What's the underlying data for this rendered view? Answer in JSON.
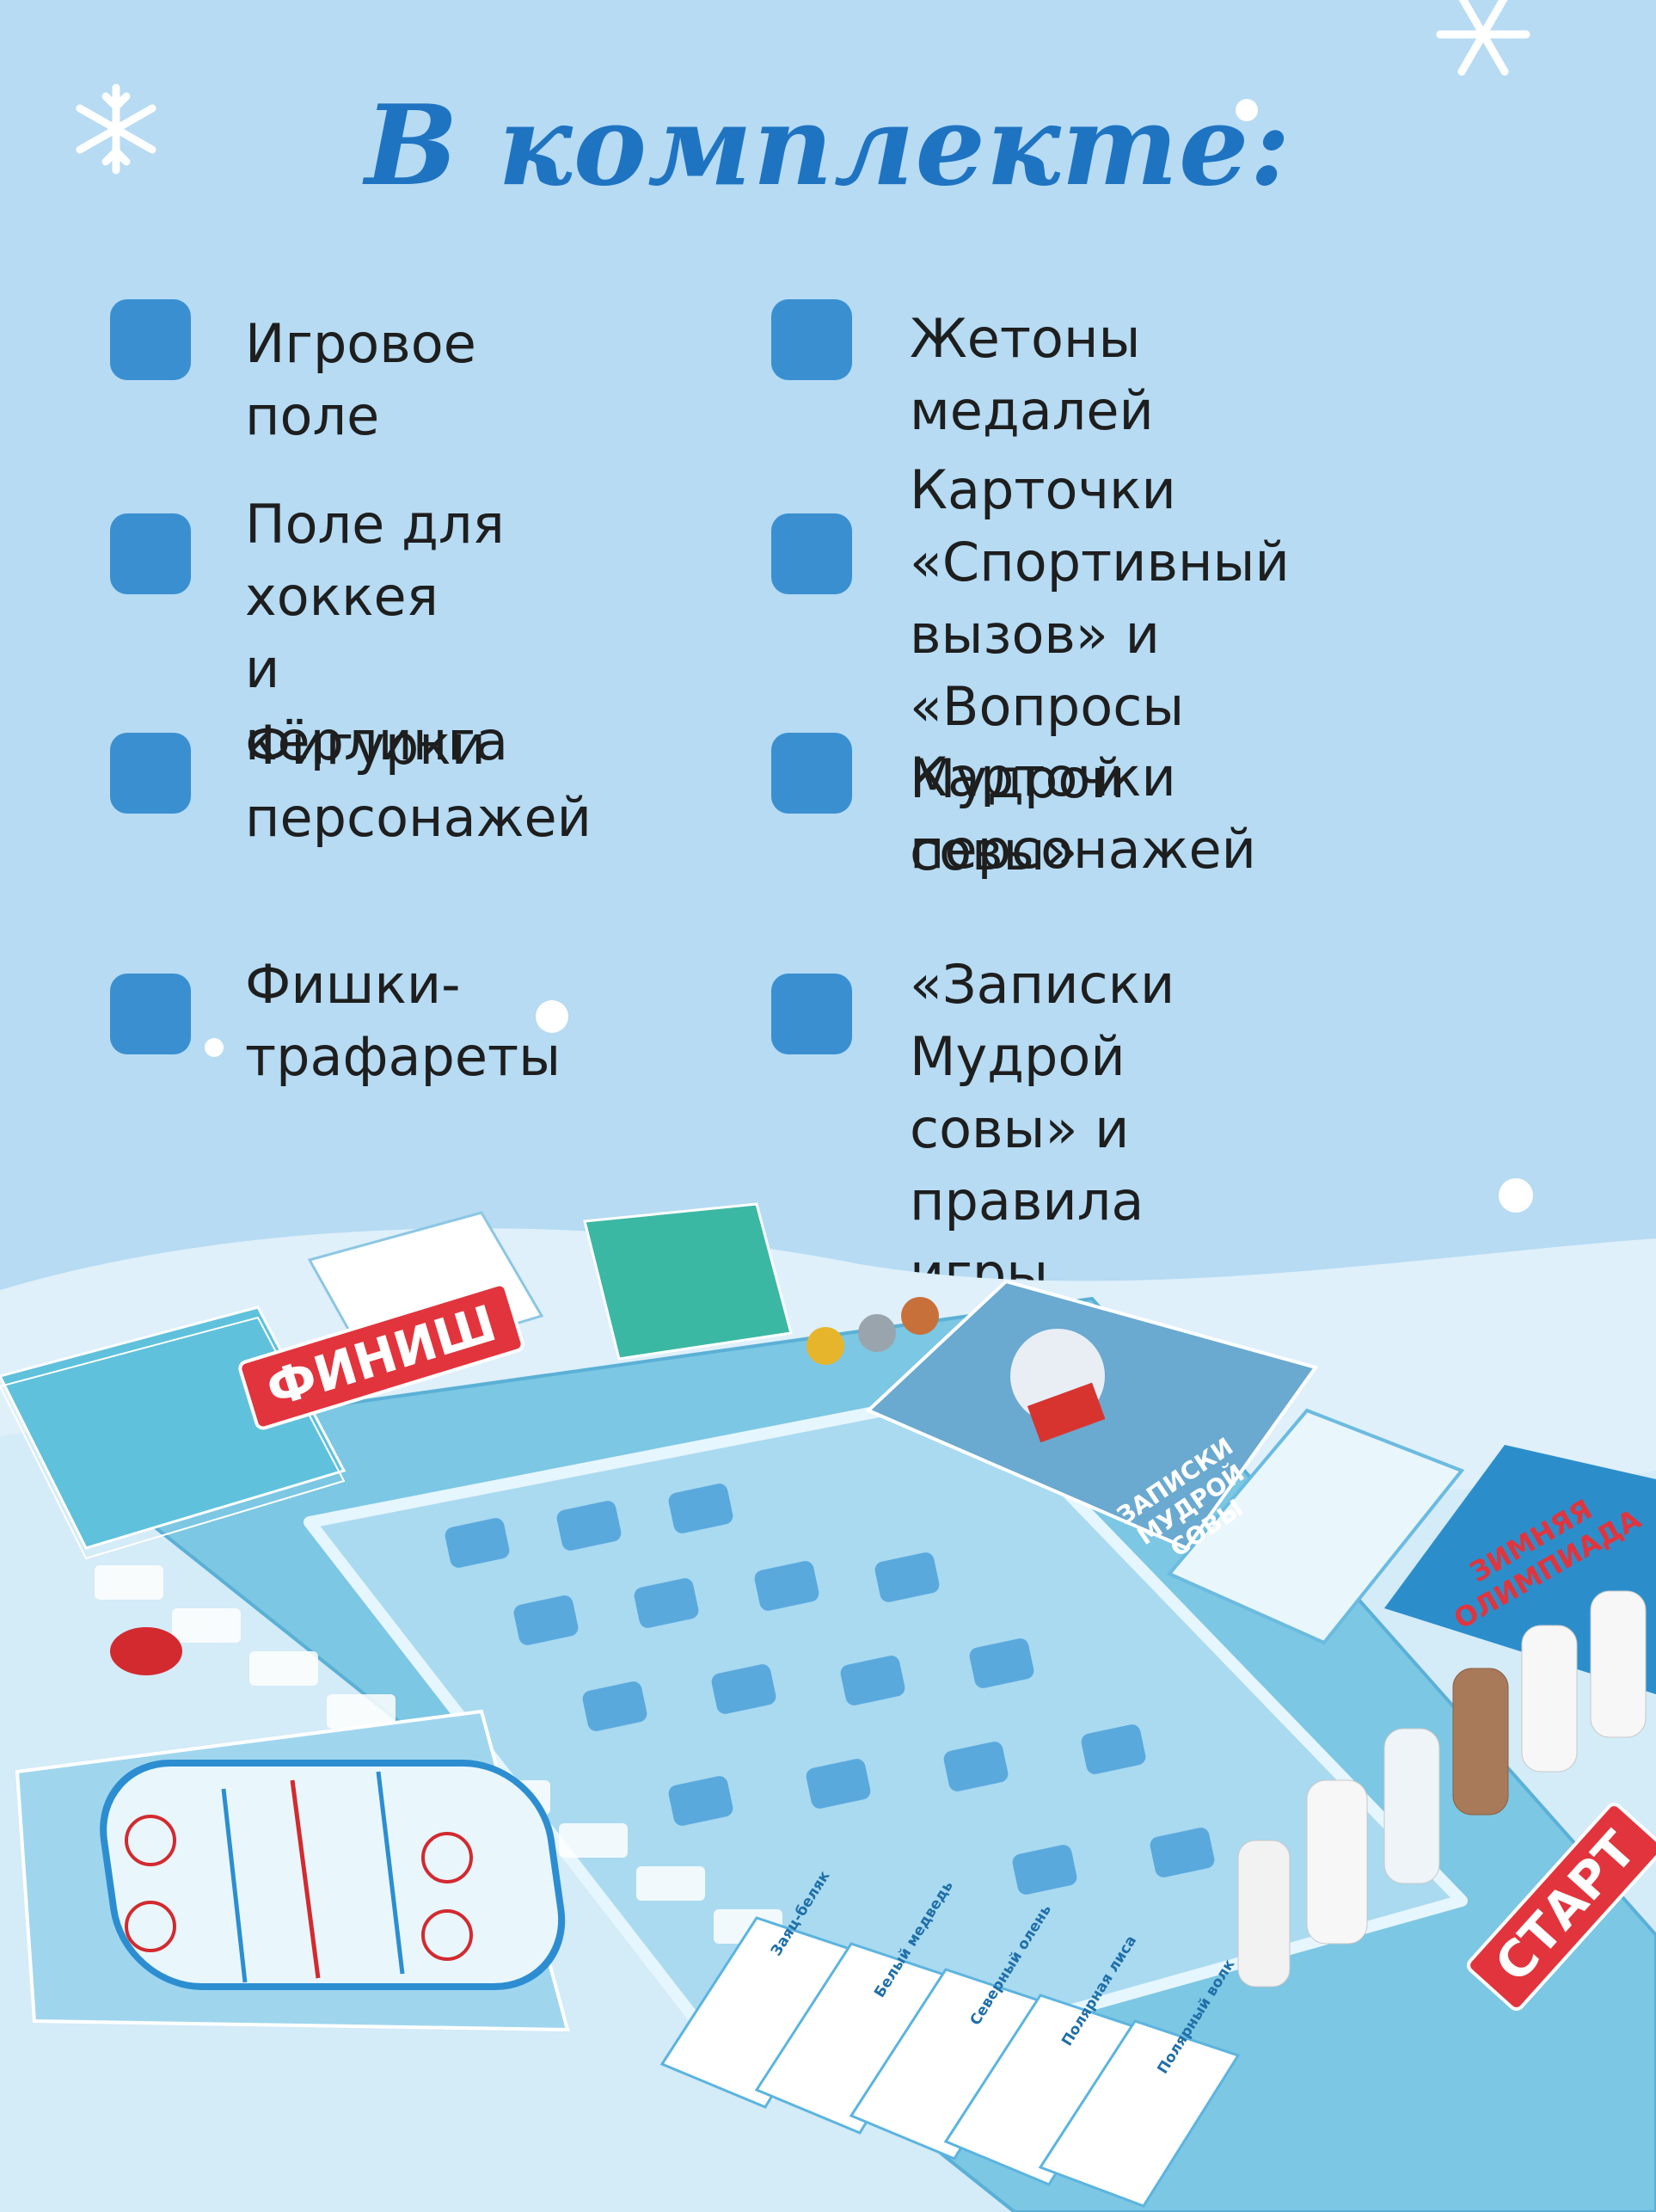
{
  "title": "В комплекте:",
  "items_left": [
    {
      "text": "Игровое поле"
    },
    {
      "text": "Поле для хоккея\nи кёрлинга"
    },
    {
      "text": "Фигурки\nперсонажей"
    },
    {
      "text": "Фишки-\nтрафареты"
    }
  ],
  "items_right": [
    {
      "text": "Жетоны медалей"
    },
    {
      "text": "Карточки «Спортивный\nвызов» и «Вопросы\nМудрой совы»"
    },
    {
      "text": "Карточки персонажей"
    },
    {
      "text": "«Записки Мудрой\nсовы» и правила игры"
    }
  ],
  "board": {
    "finish_label": "ФИНИШ",
    "start_label": "СТАРТ",
    "box_label": "ЗИМНЯЯ ОЛИМПИАДА",
    "book_title": "ЗАПИСКИ МУДРОЙ СОВЫ",
    "card_names": [
      "Заяц-беляк",
      "Белый медведь",
      "Северный олень",
      "Полярная лиса",
      "Полярный волк"
    ]
  },
  "colors": {
    "background": "#b6dbf3",
    "title": "#1f74c2",
    "checkbox": "#3a8fd0",
    "board": "#7cc7e3",
    "label_red": "#e2343d"
  }
}
